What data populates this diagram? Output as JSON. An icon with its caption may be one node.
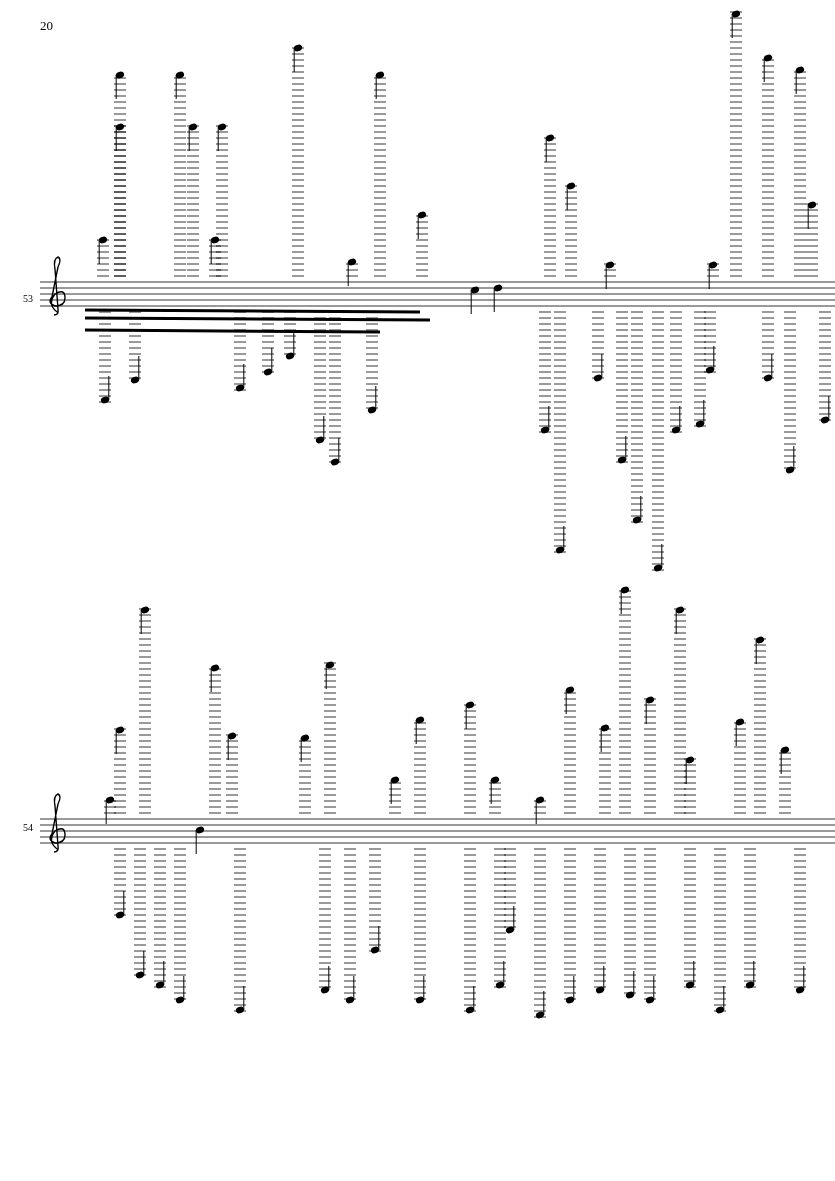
{
  "diagram": {
    "labels": [
      "20",
      "53",
      "54"
    ]
  }
}
